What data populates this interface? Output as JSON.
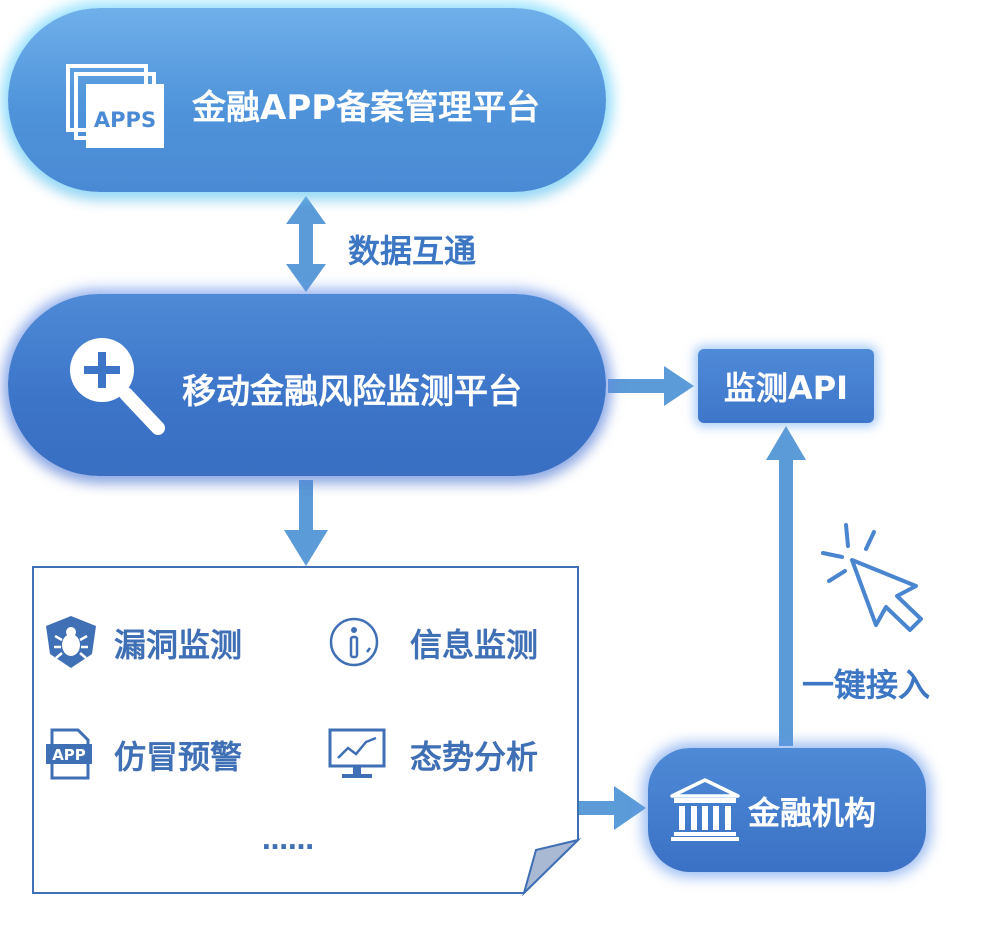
{
  "top_platform": {
    "icon": "apps-stack-icon",
    "icon_text": "APPS",
    "label": "金融APP备案管理平台"
  },
  "link_label": "数据互通",
  "mid_platform": {
    "icon": "magnifier-plus-icon",
    "label": "移动金融风险监测平台"
  },
  "api_box": {
    "label": "监测API"
  },
  "features": [
    {
      "icon": "bug-shield-icon",
      "label": "漏洞监测"
    },
    {
      "icon": "info-circle-icon",
      "label": "信息监测"
    },
    {
      "icon": "app-file-icon",
      "icon_text": "APP",
      "label": "仿冒预警"
    },
    {
      "icon": "monitor-chart-icon",
      "label": "态势分析"
    }
  ],
  "features_more": "……",
  "institution": {
    "icon": "bank-building-icon",
    "label": "金融机构"
  },
  "connect_label": "一键接入",
  "colors": {
    "primary": "#3c74c8",
    "light": "#5a9be0",
    "arrow": "#5b9bd8",
    "text": "#3d77c4"
  }
}
